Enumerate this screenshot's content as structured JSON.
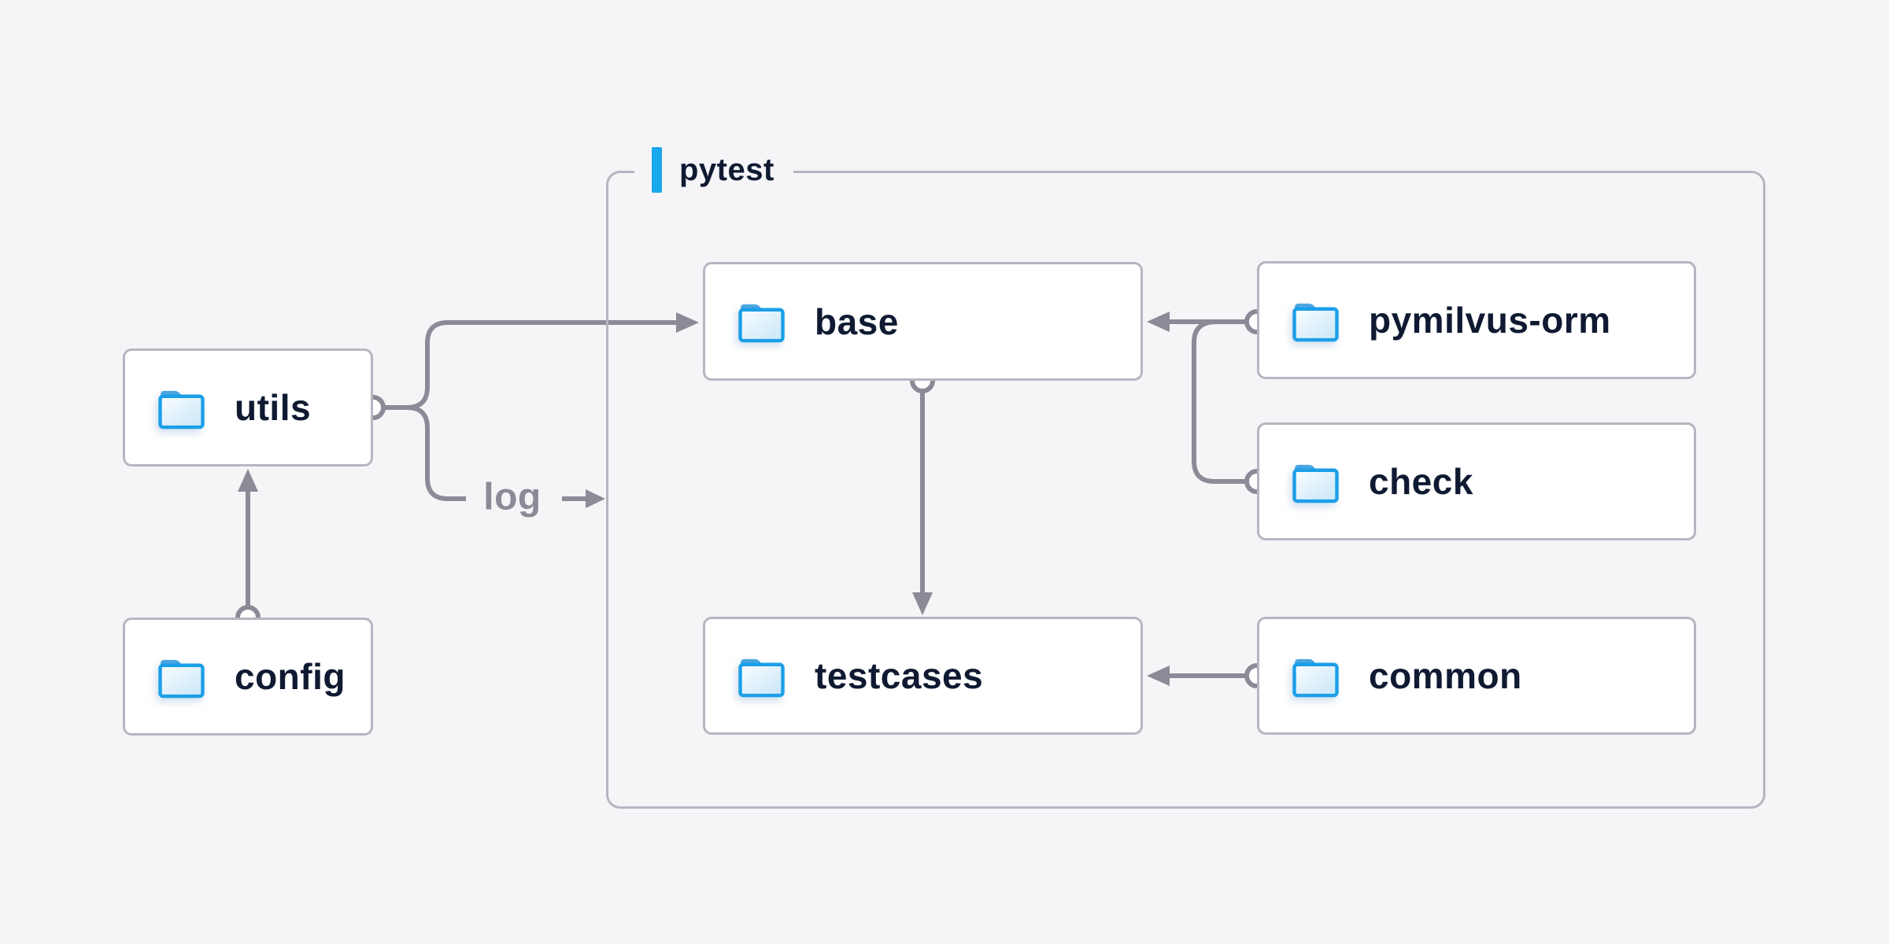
{
  "diagram": {
    "container": {
      "label": "pytest"
    },
    "nodes": {
      "utils": {
        "label": "utils",
        "icon": "folder-icon"
      },
      "config": {
        "label": "config",
        "icon": "folder-icon"
      },
      "base": {
        "label": "base",
        "icon": "folder-icon",
        "group": "pytest"
      },
      "pymilvus_orm": {
        "label": "pymilvus-orm",
        "icon": "folder-icon",
        "group": "pytest"
      },
      "check": {
        "label": "check",
        "icon": "folder-icon",
        "group": "pytest"
      },
      "testcases": {
        "label": "testcases",
        "icon": "folder-icon",
        "group": "pytest"
      },
      "common": {
        "label": "common",
        "icon": "folder-icon",
        "group": "pytest"
      }
    },
    "edges": [
      {
        "from": "config",
        "to": "utils"
      },
      {
        "from": "utils",
        "to": "base"
      },
      {
        "from": "utils",
        "to": "pytest",
        "label": "log"
      },
      {
        "from": "base",
        "to": "testcases"
      },
      {
        "from": "pymilvus-orm",
        "to": "base"
      },
      {
        "from": "check",
        "to": "base"
      },
      {
        "from": "common",
        "to": "testcases"
      }
    ],
    "log_label": "log",
    "colors": {
      "background": "#f5f5f7",
      "node_fill": "#ffffff",
      "node_border": "#b5b6c1",
      "connector": "#8a8b96",
      "text": "#0f1a32",
      "accent_bar": "#18a8eb",
      "folder_stroke": "#1b9fe8",
      "folder_tab": "#4ba5e1"
    }
  }
}
